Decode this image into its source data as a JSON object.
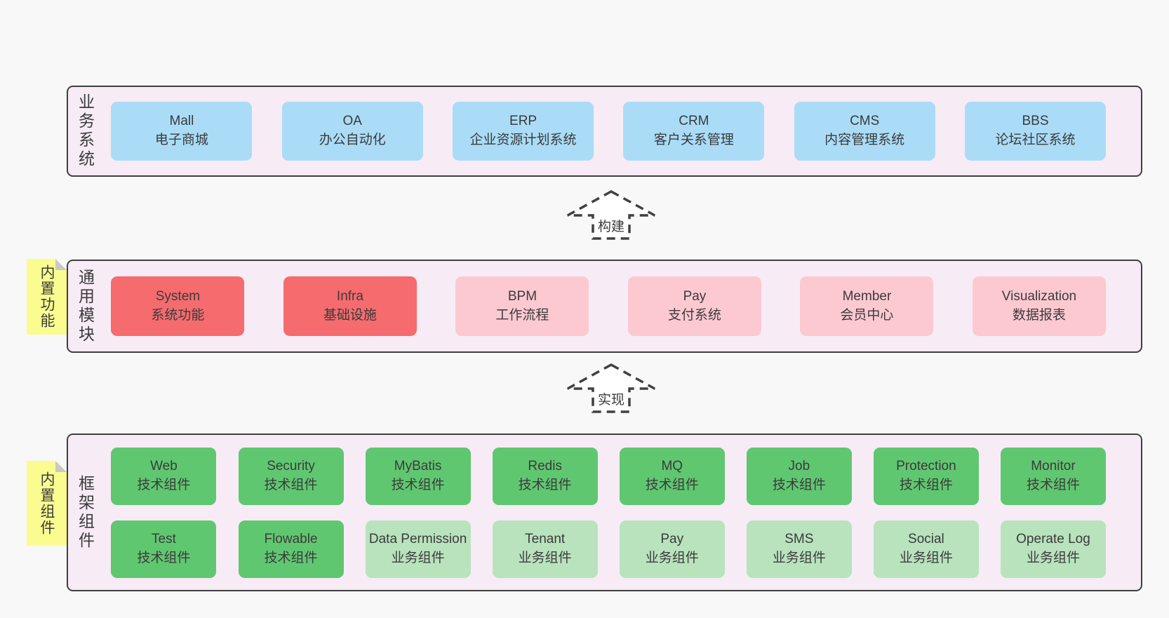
{
  "colors": {
    "page_bg": "#f8f8f8",
    "panel_bg": "#f7ebf5",
    "panel_border": "#3f3f3f",
    "blue": "#aadcf7",
    "red": "#f56b6e",
    "pink": "#fcc9d1",
    "green_dark": "#60c771",
    "green_light": "#b8e3bd",
    "note_yellow": "#fbfc90",
    "note_fold": "#c8c8c8",
    "text": "#3b3b3b"
  },
  "sections": [
    {
      "label": "业务系统",
      "boxes": [
        {
          "title": "Mall",
          "subtitle": "电子商城",
          "variant": "blue"
        },
        {
          "title": "OA",
          "subtitle": "办公自动化",
          "variant": "blue"
        },
        {
          "title": "ERP",
          "subtitle": "企业资源计划系统",
          "variant": "blue"
        },
        {
          "title": "CRM",
          "subtitle": "客户关系管理",
          "variant": "blue"
        },
        {
          "title": "CMS",
          "subtitle": "内容管理系统",
          "variant": "blue"
        },
        {
          "title": "BBS",
          "subtitle": "论坛社区系统",
          "variant": "blue"
        }
      ]
    },
    {
      "label": "通用模块",
      "boxes": [
        {
          "title": "System",
          "subtitle": "系统功能",
          "variant": "red"
        },
        {
          "title": "Infra",
          "subtitle": "基础设施",
          "variant": "red"
        },
        {
          "title": "BPM",
          "subtitle": "工作流程",
          "variant": "pink"
        },
        {
          "title": "Pay",
          "subtitle": "支付系统",
          "variant": "pink"
        },
        {
          "title": "Member",
          "subtitle": "会员中心",
          "variant": "pink"
        },
        {
          "title": "Visualization",
          "subtitle": "数据报表",
          "variant": "pink"
        }
      ]
    },
    {
      "label": "框架组件",
      "rows": [
        [
          {
            "title": "Web",
            "subtitle": "技术组件",
            "variant": "green-dark"
          },
          {
            "title": "Security",
            "subtitle": "技术组件",
            "variant": "green-dark"
          },
          {
            "title": "MyBatis",
            "subtitle": "技术组件",
            "variant": "green-dark"
          },
          {
            "title": "Redis",
            "subtitle": "技术组件",
            "variant": "green-dark"
          },
          {
            "title": "MQ",
            "subtitle": "技术组件",
            "variant": "green-dark"
          },
          {
            "title": "Job",
            "subtitle": "技术组件",
            "variant": "green-dark"
          },
          {
            "title": "Protection",
            "subtitle": "技术组件",
            "variant": "green-dark"
          },
          {
            "title": "Monitor",
            "subtitle": "技术组件",
            "variant": "green-dark"
          }
        ],
        [
          {
            "title": "Test",
            "subtitle": "技术组件",
            "variant": "green-dark"
          },
          {
            "title": "Flowable",
            "subtitle": "技术组件",
            "variant": "green-dark"
          },
          {
            "title": "Data Permission",
            "subtitle": "业务组件",
            "variant": "green-light"
          },
          {
            "title": "Tenant",
            "subtitle": "业务组件",
            "variant": "green-light"
          },
          {
            "title": "Pay",
            "subtitle": "业务组件",
            "variant": "green-light"
          },
          {
            "title": "SMS",
            "subtitle": "业务组件",
            "variant": "green-light"
          },
          {
            "title": "Social",
            "subtitle": "业务组件",
            "variant": "green-light"
          },
          {
            "title": "Operate Log",
            "subtitle": "业务组件",
            "variant": "green-light"
          }
        ]
      ]
    }
  ],
  "notes": [
    {
      "text": "内置功能"
    },
    {
      "text": "内置组件"
    }
  ],
  "arrows": [
    {
      "label": "构建"
    },
    {
      "label": "实现"
    }
  ]
}
